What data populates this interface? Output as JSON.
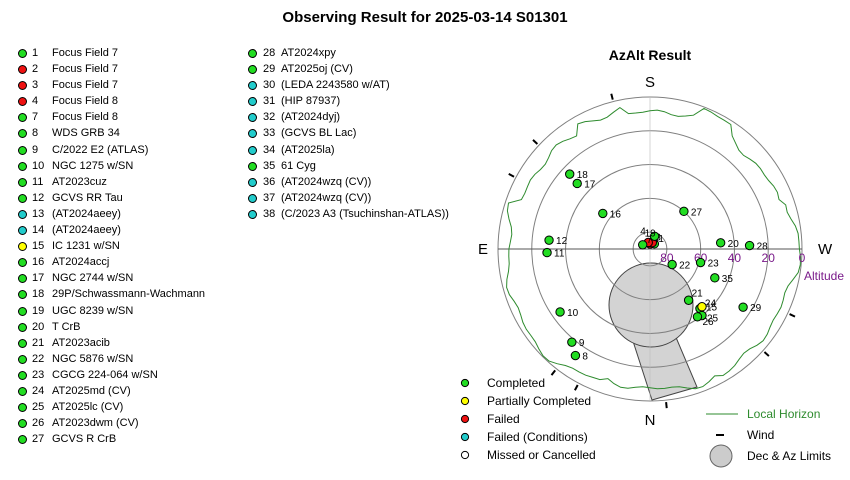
{
  "title": "Observing Result for 2025-03-14 S01301",
  "status_colors": {
    "completed": "#22dd22",
    "partially_completed": "#ffff00",
    "failed": "#ee1111",
    "failed_conditions": "#22cccc",
    "missed": "#ffffff"
  },
  "targets": [
    {
      "num": "1",
      "name": "Focus Field 7",
      "status": "completed"
    },
    {
      "num": "2",
      "name": "Focus Field 7",
      "status": "failed"
    },
    {
      "num": "3",
      "name": "Focus Field 7",
      "status": "failed"
    },
    {
      "num": "4",
      "name": "Focus Field 8",
      "status": "failed"
    },
    {
      "num": "7",
      "name": "Focus Field 8",
      "status": "completed"
    },
    {
      "num": "8",
      "name": "WDS GRB 34",
      "status": "completed"
    },
    {
      "num": "9",
      "name": "C/2022 E2 (ATLAS)",
      "status": "completed"
    },
    {
      "num": "10",
      "name": "NGC 1275 w/SN",
      "status": "completed"
    },
    {
      "num": "11",
      "name": "AT2023cuz",
      "status": "completed"
    },
    {
      "num": "12",
      "name": "GCVS RR Tau",
      "status": "completed"
    },
    {
      "num": "13",
      "name": "(AT2024aeey)",
      "status": "failed_conditions"
    },
    {
      "num": "14",
      "name": "(AT2024aeey)",
      "status": "failed_conditions"
    },
    {
      "num": "15",
      "name": "IC 1231 w/SN",
      "status": "partially_completed"
    },
    {
      "num": "16",
      "name": "AT2024accj",
      "status": "completed"
    },
    {
      "num": "17",
      "name": "NGC 2744 w/SN",
      "status": "completed"
    },
    {
      "num": "18",
      "name": "29P/Schwassmann-Wachmann",
      "status": "completed"
    },
    {
      "num": "19",
      "name": "UGC 8239 w/SN",
      "status": "completed"
    },
    {
      "num": "20",
      "name": "T CrB",
      "status": "completed"
    },
    {
      "num": "21",
      "name": "AT2023acib",
      "status": "completed"
    },
    {
      "num": "22",
      "name": "NGC 5876 w/SN",
      "status": "completed"
    },
    {
      "num": "23",
      "name": "CGCG 224-064 w/SN",
      "status": "completed"
    },
    {
      "num": "24",
      "name": "AT2025md (CV)",
      "status": "completed"
    },
    {
      "num": "25",
      "name": "AT2025lc (CV)",
      "status": "completed"
    },
    {
      "num": "26",
      "name": "AT2023dwm (CV)",
      "status": "completed"
    },
    {
      "num": "27",
      "name": "GCVS R CrB",
      "status": "completed"
    },
    {
      "num": "28",
      "name": "AT2024xpy",
      "status": "completed"
    },
    {
      "num": "29",
      "name": "AT2025oj (CV)",
      "status": "completed"
    },
    {
      "num": "30",
      "name": "(LEDA 2243580 w/AT)",
      "status": "failed_conditions"
    },
    {
      "num": "31",
      "name": "(HIP 87937)",
      "status": "failed_conditions"
    },
    {
      "num": "32",
      "name": "(AT2024dyj)",
      "status": "failed_conditions"
    },
    {
      "num": "33",
      "name": "(GCVS BL Lac)",
      "status": "failed_conditions"
    },
    {
      "num": "34",
      "name": "(AT2025la)",
      "status": "failed_conditions"
    },
    {
      "num": "35",
      "name": "61 Cyg",
      "status": "completed"
    },
    {
      "num": "36",
      "name": "(AT2024wzq (CV))",
      "status": "failed_conditions"
    },
    {
      "num": "37",
      "name": "(AT2024wzq (CV))",
      "status": "failed_conditions"
    },
    {
      "num": "38",
      "name": "(C/2023 A3 (Tsuchinshan-ATLAS))",
      "status": "failed_conditions"
    }
  ],
  "chart_data": {
    "type": "polar-scatter",
    "title": "AzAlt Result",
    "directions": {
      "north": "N",
      "south": "S",
      "east": "E",
      "west": "W"
    },
    "radial_axis_label": "Altitude",
    "altitude_ticks": [
      "80",
      "60",
      "40",
      "20",
      "0"
    ],
    "altitude_tick_values": [
      80,
      60,
      40,
      20,
      0
    ],
    "altitude_rings": [
      0,
      20,
      40,
      60,
      80
    ],
    "points": [
      {
        "label": "1",
        "az": 220,
        "alt": 86,
        "status": "completed"
      },
      {
        "label": "2",
        "az": 180,
        "alt": 87,
        "status": "failed"
      },
      {
        "label": "3",
        "az": 200,
        "alt": 86,
        "status": "failed"
      },
      {
        "label": "4",
        "az": 165,
        "alt": 86,
        "status": "failed"
      },
      {
        "label": "7",
        "az": 120,
        "alt": 85,
        "status": "completed"
      },
      {
        "label": "8",
        "az": 35,
        "alt": 13,
        "status": "completed"
      },
      {
        "label": "9",
        "az": 40,
        "alt": 18,
        "status": "completed"
      },
      {
        "label": "10",
        "az": 55,
        "alt": 25,
        "status": "completed"
      },
      {
        "label": "11",
        "az": 88,
        "alt": 29,
        "status": "completed"
      },
      {
        "label": "12",
        "az": 95,
        "alt": 30,
        "status": "completed"
      },
      {
        "label": "16",
        "az": 127,
        "alt": 55,
        "status": "completed"
      },
      {
        "label": "17",
        "az": 132,
        "alt": 32,
        "status": "completed"
      },
      {
        "label": "18",
        "az": 133,
        "alt": 25,
        "status": "completed"
      },
      {
        "label": "19",
        "az": 200,
        "alt": 82,
        "status": "completed"
      },
      {
        "label": "20",
        "az": 265,
        "alt": 48,
        "status": "completed"
      },
      {
        "label": "21",
        "az": 323,
        "alt": 52,
        "status": "completed"
      },
      {
        "label": "22",
        "az": 305,
        "alt": 74,
        "status": "completed"
      },
      {
        "label": "23",
        "az": 285,
        "alt": 59,
        "status": "completed"
      },
      {
        "label": "24",
        "az": 320,
        "alt": 44,
        "status": "completed"
      },
      {
        "label": "25",
        "az": 322,
        "alt": 40,
        "status": "completed"
      },
      {
        "label": "26",
        "az": 325,
        "alt": 41,
        "status": "completed"
      },
      {
        "label": "27",
        "az": 222,
        "alt": 60,
        "status": "completed"
      },
      {
        "label": "28",
        "az": 268,
        "alt": 31,
        "status": "completed"
      },
      {
        "label": "29",
        "az": 302,
        "alt": 25,
        "status": "completed"
      },
      {
        "label": "35",
        "az": 294,
        "alt": 48,
        "status": "completed"
      },
      {
        "label": "15",
        "az": 318,
        "alt": 44,
        "status": "partially_completed"
      }
    ],
    "legend": [
      {
        "label": "Completed",
        "status": "completed"
      },
      {
        "label": "Partially Completed",
        "status": "partially_completed"
      },
      {
        "label": "Failed",
        "status": "failed"
      },
      {
        "label": "Failed (Conditions)",
        "status": "failed_conditions"
      },
      {
        "label": "Missed or Cancelled",
        "status": "missed"
      }
    ],
    "legend_right": [
      {
        "label": "Local Horizon",
        "kind": "line",
        "color": "#2e8b2e"
      },
      {
        "label": "Wind",
        "kind": "tick"
      },
      {
        "label": "Dec & Az Limits",
        "kind": "disk",
        "color": "#cccccc"
      }
    ],
    "colors": {
      "horizon": "#2e8b2e",
      "altitude_label": "#7a1a8a",
      "limit_fill": "#d3d3d3",
      "ring": "#808080"
    }
  }
}
